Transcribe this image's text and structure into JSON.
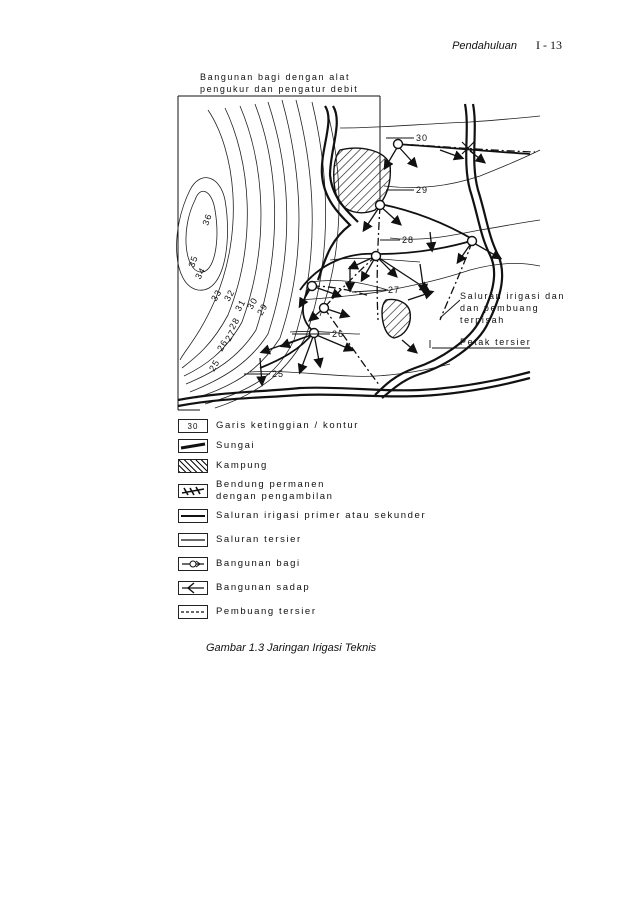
{
  "header": {
    "title": "Pendahuluan",
    "page": "I - 13"
  },
  "diagram": {
    "callout_top": [
      "Bangunan bagi dengan alat",
      "pengukur dan pengatur debit"
    ],
    "callout_right": [
      "Saluran irigasi dan",
      "dan pembuang",
      "terpisah"
    ],
    "callout_petak": "Petak tersier",
    "contours_left": [
      "36",
      "35",
      "34",
      "33",
      "32",
      "31",
      "30",
      "29",
      "28",
      "27",
      "26",
      "25"
    ],
    "contours_field": [
      "30",
      "29",
      "28",
      "27",
      "26",
      "25"
    ]
  },
  "legend": [
    {
      "symbol": "contour",
      "symbol_label": "30",
      "label": "Garis ketinggian / kontur"
    },
    {
      "symbol": "river",
      "label": "Sungai"
    },
    {
      "symbol": "village",
      "label": "Kampung"
    },
    {
      "symbol": "weir",
      "label": "Bendung permanen\ndengan pengambilan"
    },
    {
      "symbol": "primary",
      "label": "Saluran irigasi primer atau sekunder"
    },
    {
      "symbol": "tertiary",
      "label": "Saluran tersier"
    },
    {
      "symbol": "division",
      "label": "Bangunan bagi"
    },
    {
      "symbol": "offtake",
      "label": "Bangunan sadap"
    },
    {
      "symbol": "drain",
      "label": "Pembuang tersier"
    }
  ],
  "caption": "Gambar 1.3 Jaringan Irigasi Teknis"
}
